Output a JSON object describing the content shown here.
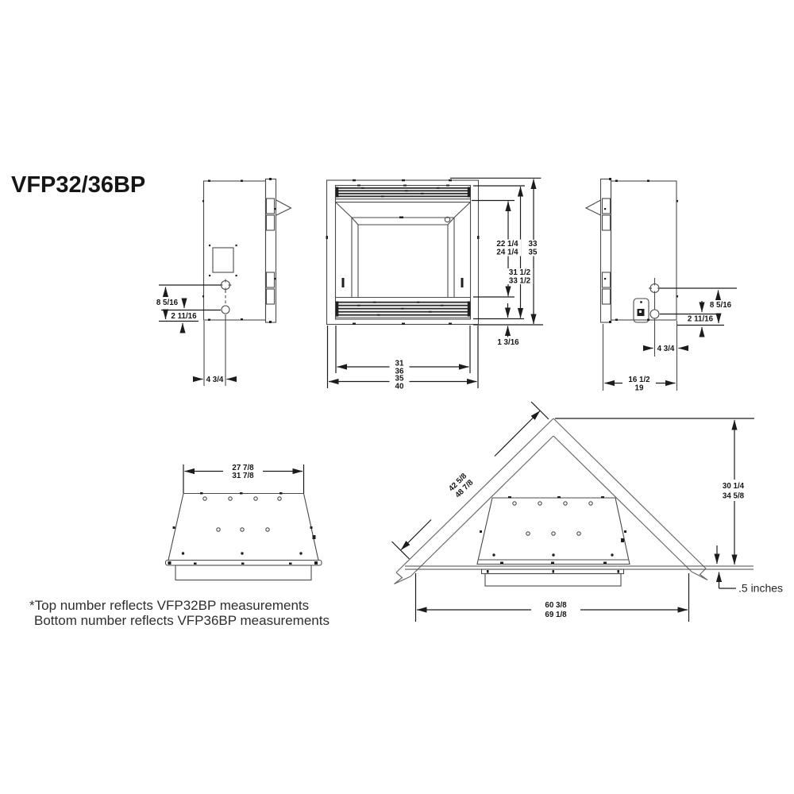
{
  "title": "VFP32/36BP",
  "footnote": {
    "line1": "*Top number reflects VFP32BP measurements",
    "line2": "Bottom number reflects VFP36BP measurements"
  },
  "colors": {
    "background": "#ffffff",
    "drawing_line": "#4a4a4a",
    "dimension_line": "#1c1c1c",
    "text": "#161616"
  },
  "views": {
    "left_side": {
      "dims": {
        "inlet_spacing": "8 5/16",
        "inlet_to_bottom": "2 11/16",
        "inlet_offset": "4 3/4"
      }
    },
    "front": {
      "dims": {
        "opening_height_32": "22 1/4",
        "opening_height_36": "24 1/4",
        "overall_height_32": "33",
        "overall_height_36": "35",
        "frame_height_32": "31 1/2",
        "frame_height_36": "33 1/2",
        "bottom_lip": "1 3/16",
        "opening_width_32": "31",
        "opening_width_36": "36",
        "overall_width_32": "35",
        "overall_width_36": "40"
      }
    },
    "right_side": {
      "dims": {
        "inlet_spacing": "8 5/16",
        "inlet_to_bottom": "2 11/16",
        "inlet_offset": "4 3/4",
        "depth_32": "16 1/2",
        "depth_36": "19"
      }
    },
    "top": {
      "dims": {
        "top_width_32": "27 7/8",
        "top_width_36": "31 7/8"
      }
    },
    "corner": {
      "dims": {
        "wall_length_32": "42 5/8",
        "wall_length_36": "48 7/8",
        "corner_height_32": "30 1/4",
        "corner_height_36": "34 5/8",
        "wall_thickness": ".5 inches",
        "front_width_32": "60 3/8",
        "front_width_36": "69 1/8"
      }
    }
  }
}
